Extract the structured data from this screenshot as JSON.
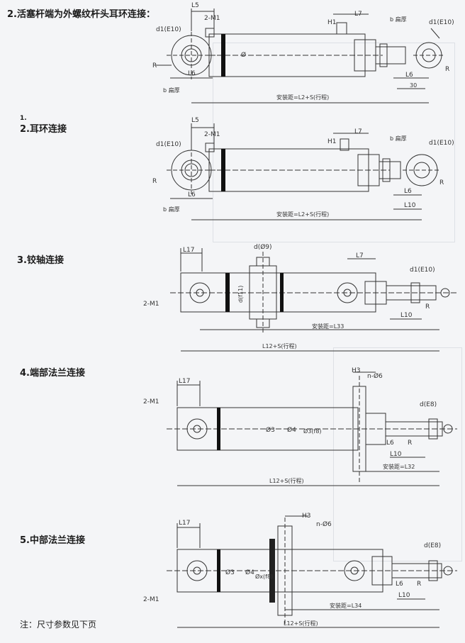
{
  "headings": {
    "s2a": "2.活塞杆端为外螺纹杆头耳环连接：",
    "s2b_prefix": "1.",
    "s2b": "2.耳环连接",
    "s3": "3.铰轴连接",
    "s4": "4.端部法兰连接",
    "s5": "5.中部法兰连接"
  },
  "note": "注：尺寸参数见下页",
  "labels": {
    "L5": "L5",
    "L6": "L6",
    "L7": "L7",
    "L10": "L10",
    "L17": "L17",
    "H1": "H1",
    "H3": "H3",
    "twoM1": "2-M1",
    "d1": "d1(E10)",
    "dE8": "d(E8)",
    "d9": "d(Ø9)",
    "R": "R",
    "b": "b",
    "b_thick": "b 扁厚",
    "phi": "Ø",
    "d3": "Ø3",
    "d4": "Ø4",
    "d3f8": "Ø3(f8)",
    "df11": "d(f11)",
    "dx": "Øx(f8)",
    "nphi6": "n-Ø6",
    "mount_l2": "安装距=L2+S(行程)",
    "mount_l33": "安装距=L33",
    "mount_l32": "安装距=L32",
    "mount_l34": "安装距=L34",
    "l12s": "L12+S(行程)",
    "L30": "30"
  }
}
